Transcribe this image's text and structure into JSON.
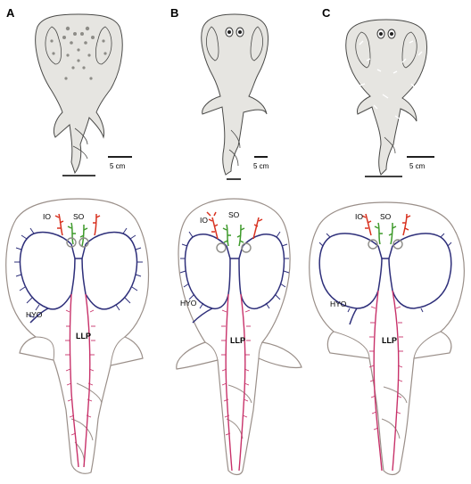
{
  "panels": [
    {
      "letter": "A",
      "scale": "5 cm"
    },
    {
      "letter": "B",
      "scale": "5 cm"
    },
    {
      "letter": "C",
      "scale": "5 cm"
    }
  ],
  "canal_labels": {
    "io": "IO",
    "so": "SO",
    "hyo": "HYO",
    "llp": "LLP"
  },
  "colors": {
    "io": "#d8311f",
    "so": "#3e9a2b",
    "hyo": "#2e2f7a",
    "llp": "#c8326a",
    "body": "#e6e5e1",
    "outline": "#9a8f89"
  }
}
